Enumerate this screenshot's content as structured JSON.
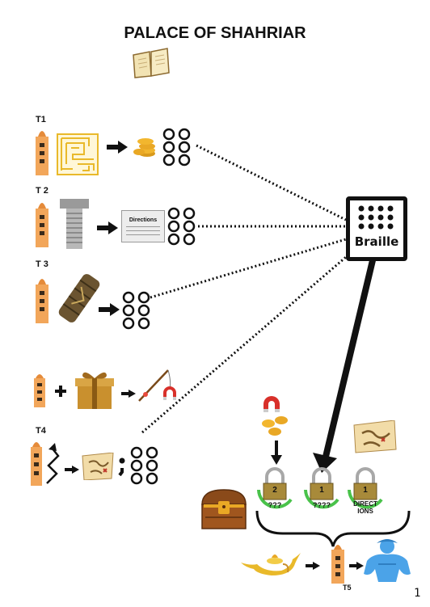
{
  "title": "PALACE OF SHAHRIAR",
  "rows": [
    {
      "label": "T1"
    },
    {
      "label": "T 2",
      "paper_text": "Directions"
    },
    {
      "label": "T 3"
    },
    {
      "label": "T4"
    }
  ],
  "braille_label": "Braille",
  "locks": [
    {
      "number": "2",
      "code": "???"
    },
    {
      "number": "1",
      "code": "????"
    },
    {
      "number": "1",
      "code": "DIRECT\nIONS"
    }
  ],
  "final_label": "T5",
  "page_number": "1",
  "colors": {
    "tower": "#F2A65A",
    "gold": "#E9A825",
    "lock_ring": "#49C24A",
    "genie": "#4BA3E8"
  }
}
